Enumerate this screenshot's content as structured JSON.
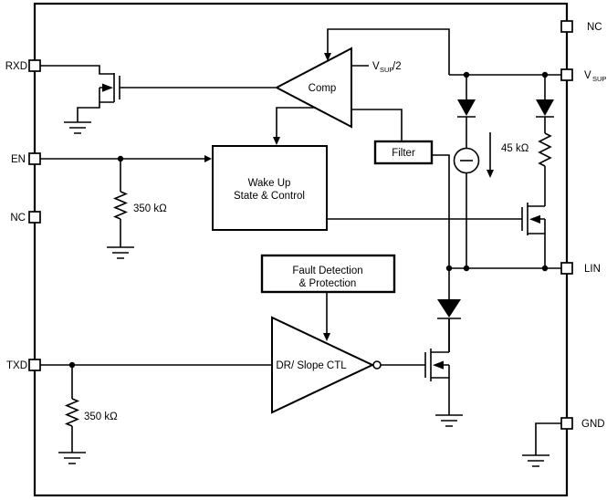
{
  "pins": {
    "rxd": "RXD",
    "en": "EN",
    "nc_left": "NC",
    "txd": "TXD",
    "nc_right": "NC",
    "vsup_v": "V",
    "vsup_sub": "SUP",
    "lin": "LIN",
    "gnd": "GND"
  },
  "blocks": {
    "comp": "Comp",
    "filter": "Filter",
    "wakeup_line1": "Wake Up",
    "wakeup_line2": "State & Control",
    "fault_line1": "Fault Detection",
    "fault_line2": "& Protection",
    "driver": "DR/ Slope CTL"
  },
  "components": {
    "en_pulldown": "350 kΩ",
    "txd_pulldown": "350 kΩ",
    "lin_pullup": "45 kΩ",
    "ref_v": "V",
    "ref_sub": "SUP",
    "ref_suffix": "/2"
  },
  "colors": {
    "stroke": "#000000",
    "background": "#ffffff"
  }
}
